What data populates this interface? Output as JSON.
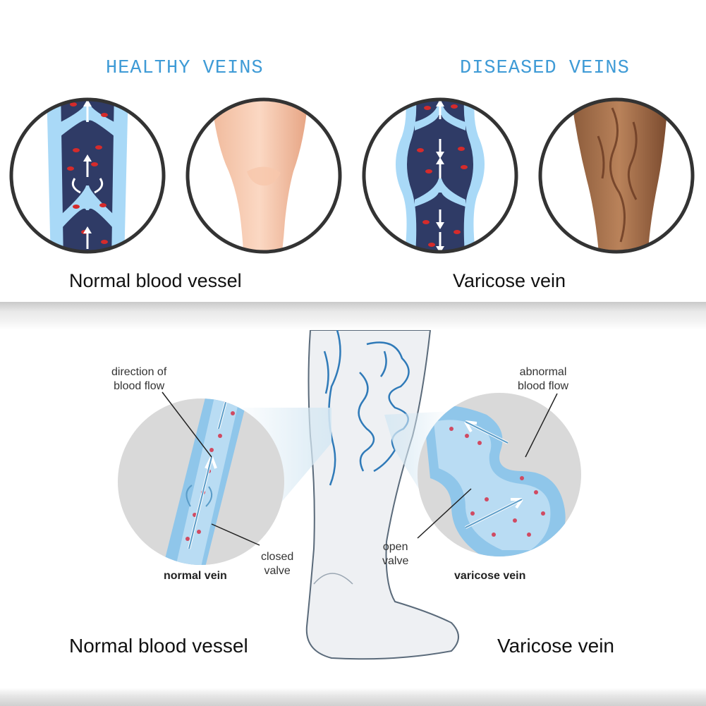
{
  "top": {
    "healthy_title": "HEALTHY VEINS",
    "diseased_title": "DISEASED VEINS",
    "healthy_caption": "Normal blood vessel",
    "diseased_caption": "Varicose vein"
  },
  "diagram": {
    "direction_label_1": "direction of",
    "direction_label_2": "blood flow",
    "abnormal_label_1": "abnormal",
    "abnormal_label_2": "blood flow",
    "closed_label_1": "closed",
    "closed_label_2": "valve",
    "open_label_1": "open",
    "open_label_2": "valve",
    "normal_vein_label": "normal vein",
    "varicose_vein_label": "varicose vein"
  },
  "bottom": {
    "healthy_caption": "Normal blood vessel",
    "diseased_caption": "Varicose vein"
  },
  "colors": {
    "title_blue": "#3f9bd6",
    "vein_dark": "#2f3b66",
    "vein_light": "#9fd3f5",
    "blood_cell": "#d52b2b",
    "circle_ring": "#333333"
  }
}
